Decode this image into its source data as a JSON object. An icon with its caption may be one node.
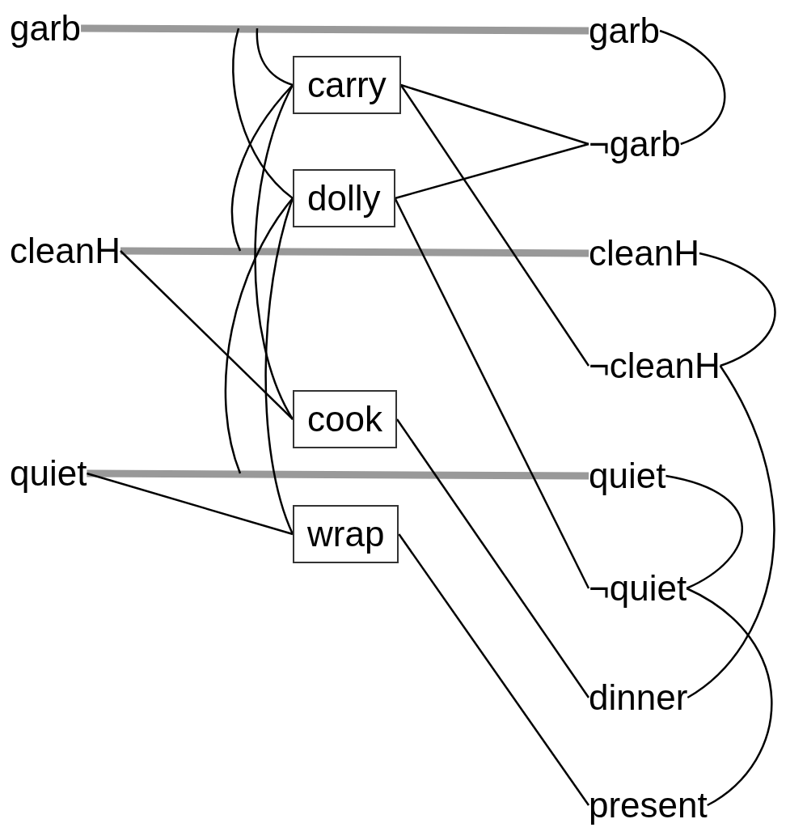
{
  "diagram": {
    "nodes": [
      {
        "text": [
          "garb"
        ]
      },
      {
        "text": [
          "cleanH"
        ]
      },
      {
        "text": [
          "quiet"
        ]
      },
      {
        "text": [
          "carry"
        ]
      },
      {
        "text": [
          "dolly"
        ]
      },
      {
        "text": [
          "cook"
        ]
      },
      {
        "text": [
          "wrap"
        ]
      },
      {
        "text": [
          "garb"
        ]
      },
      {
        "text": [
          "¬garb"
        ]
      },
      {
        "text": [
          "cleanH"
        ]
      },
      {
        "text": [
          "¬cleanH"
        ]
      },
      {
        "text": [
          "quiet"
        ]
      },
      {
        "text": [
          "¬quiet"
        ]
      },
      {
        "text": [
          "dinner"
        ]
      },
      {
        "text": [
          "present"
        ]
      }
    ],
    "edges": [
      {
        "from": 0,
        "to": 7,
        "arrow": "none",
        "style": "thick",
        "color": "#999999"
      },
      {
        "from": 1,
        "to": 9,
        "arrow": "none",
        "style": "thick",
        "color": "#999999"
      },
      {
        "from": 2,
        "to": 11,
        "arrow": "none",
        "style": "thick",
        "color": "#999999"
      },
      {
        "from": 1,
        "to": 5,
        "arrow": "none"
      },
      {
        "from": 2,
        "to": 6,
        "arrow": "none"
      },
      {
        "from": 3,
        "to": 8,
        "arrow": "none"
      },
      {
        "from": 4,
        "to": 8,
        "arrow": "none"
      },
      {
        "from": 3,
        "to": 10,
        "arrow": "none"
      },
      {
        "from": 4,
        "to": 12,
        "arrow": "none"
      },
      {
        "from": 5,
        "to": 13,
        "arrow": "none"
      },
      {
        "from": 6,
        "to": 14,
        "arrow": "none"
      },
      {
        "from": 3,
        "to": null,
        "arrow": "none"
      },
      {
        "from": 4,
        "to": null,
        "arrow": "none"
      },
      {
        "from": 3,
        "to": null,
        "arrow": "none"
      },
      {
        "from": 4,
        "to": null,
        "arrow": "none"
      },
      {
        "from": 3,
        "to": 5,
        "arrow": "none"
      },
      {
        "from": 4,
        "to": 6,
        "arrow": "none"
      },
      {
        "from": 7,
        "to": 8,
        "arrow": "none"
      },
      {
        "from": 9,
        "to": 10,
        "arrow": "none"
      },
      {
        "from": 10,
        "to": 13,
        "arrow": "none"
      },
      {
        "from": 11,
        "to": 12,
        "arrow": "none"
      },
      {
        "from": 12,
        "to": 14,
        "arrow": "none"
      }
    ]
  }
}
